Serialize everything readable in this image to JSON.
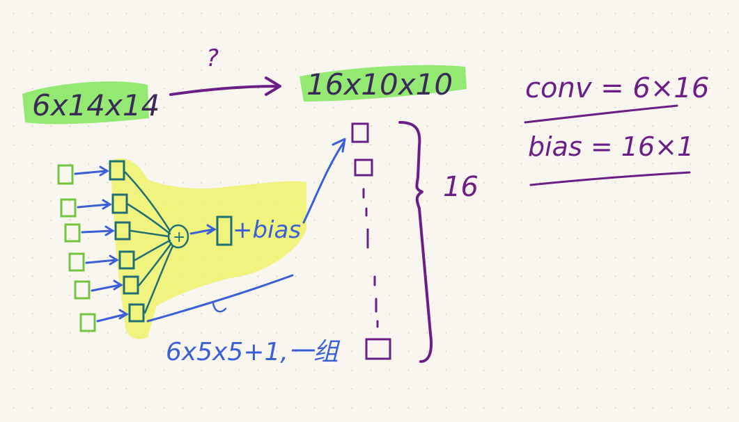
{
  "diagram": {
    "input_shape": "6x14x14",
    "output_shape": "16x10x10",
    "transform_question": "?",
    "channel_count": "16",
    "sum_node": "+",
    "bias_term": "+bias",
    "params_per_group": "6x5x5+1,一组"
  },
  "notes": {
    "conv": "conv = 6×16",
    "bias": "bias = 16×1"
  },
  "colors": {
    "purple_ink": "#6b1f86",
    "blue_ink": "#3b5fd8",
    "green_ink": "#74c43f",
    "teal_ink": "#1f6f73",
    "green_highlight": "#8ee86b",
    "yellow_highlight": "#eef26a"
  }
}
